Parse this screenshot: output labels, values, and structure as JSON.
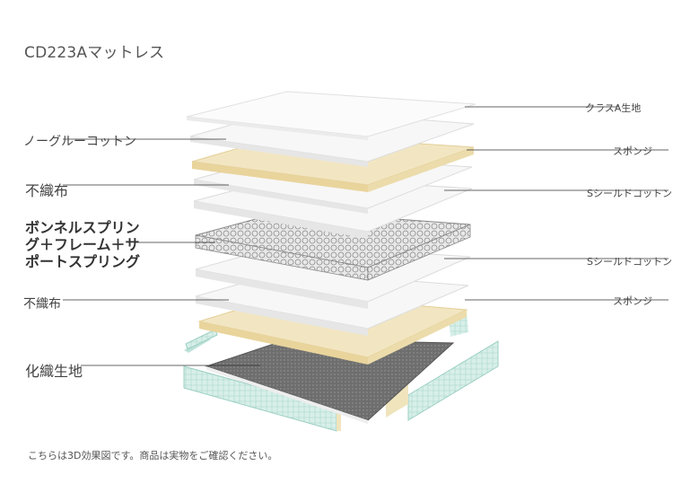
{
  "title": "CD223Aマットレス",
  "labels_left": {
    "l1": "ノーグルーコットン",
    "l2": "不織布",
    "l3": "ボンネルスプリン\nグ＋フレーム＋サ\nポートスプリング",
    "l4": "不織布",
    "l5": "化織生地"
  },
  "labels_right": {
    "r1": "クラスA生地",
    "r2": "スポンジ",
    "r3": "Sシールドコットン",
    "r4": "Sシールドコットン",
    "r5": "スポンジ"
  },
  "footer_note": "こちらは3D効果図です。商品は実物をご確認ください。",
  "colors": {
    "white_layer": "#f7f7f7",
    "white_layer_edge": "#dcdcdc",
    "sponge": "#f2e6c2",
    "sponge_edge": "#e3cf97",
    "spring": "#d9d9d9",
    "base_fabric": "#7a7a7a",
    "frame_panel": "#cfe9e2",
    "leader_line": "#333333"
  }
}
